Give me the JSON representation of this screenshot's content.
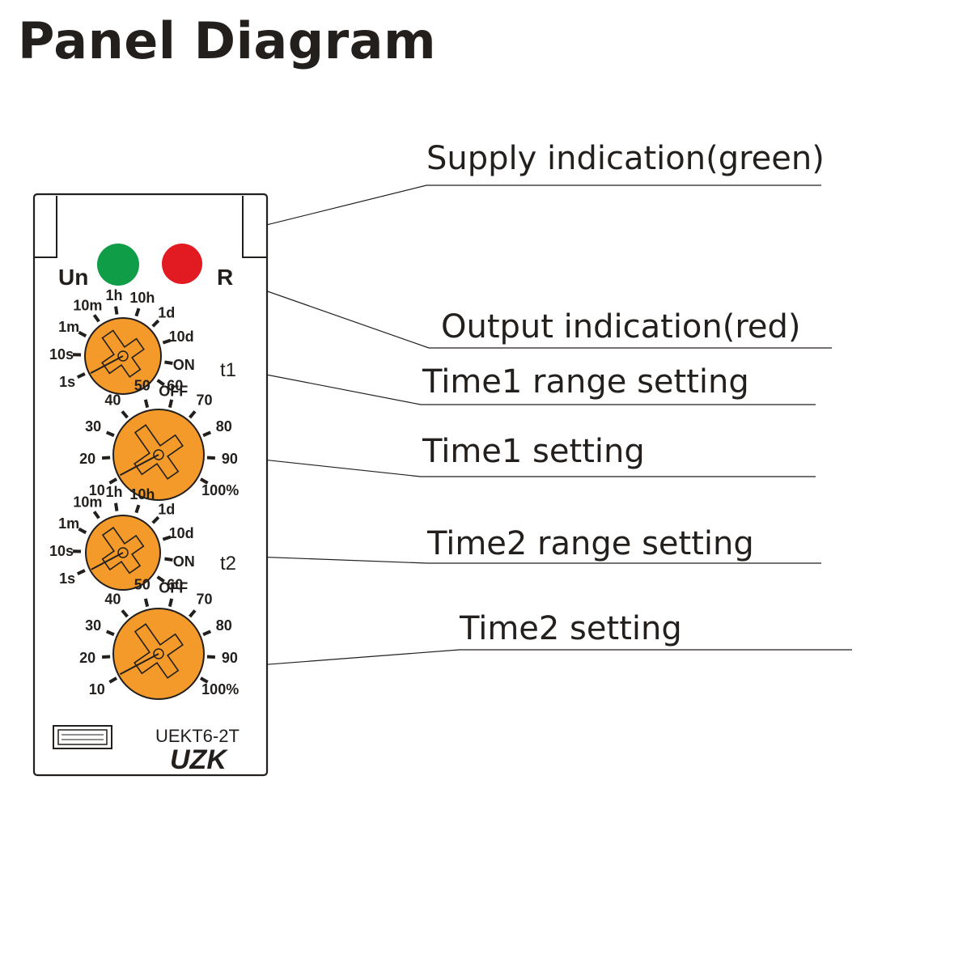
{
  "title": "Panel Diagram",
  "callouts": {
    "supply": "Supply indication(green)",
    "output": "Output indication(red)",
    "time1_range": "Time1 range setting",
    "time1_setting": "Time1 setting",
    "time2_range": "Time2 range setting",
    "time2_setting": "Time2 setting"
  },
  "device": {
    "led_un_label": "Un",
    "led_r_label": "R",
    "led_un_color": "#0f9d48",
    "led_r_color": "#e21b23",
    "dial_color": "#f39a2b",
    "t1_label": "t1",
    "t2_label": "t2",
    "range_labels": [
      "1s",
      "10s",
      "1m",
      "10m",
      "1h",
      "10h",
      "1d",
      "10d",
      "ON",
      "OFF"
    ],
    "setting_labels": [
      "10",
      "20",
      "30",
      "40",
      "50",
      "60",
      "70",
      "80",
      "90",
      "100%"
    ],
    "model": "UEKT6-2T",
    "brand": "UZK",
    "connector_icon": "terminal-slot-icon"
  }
}
